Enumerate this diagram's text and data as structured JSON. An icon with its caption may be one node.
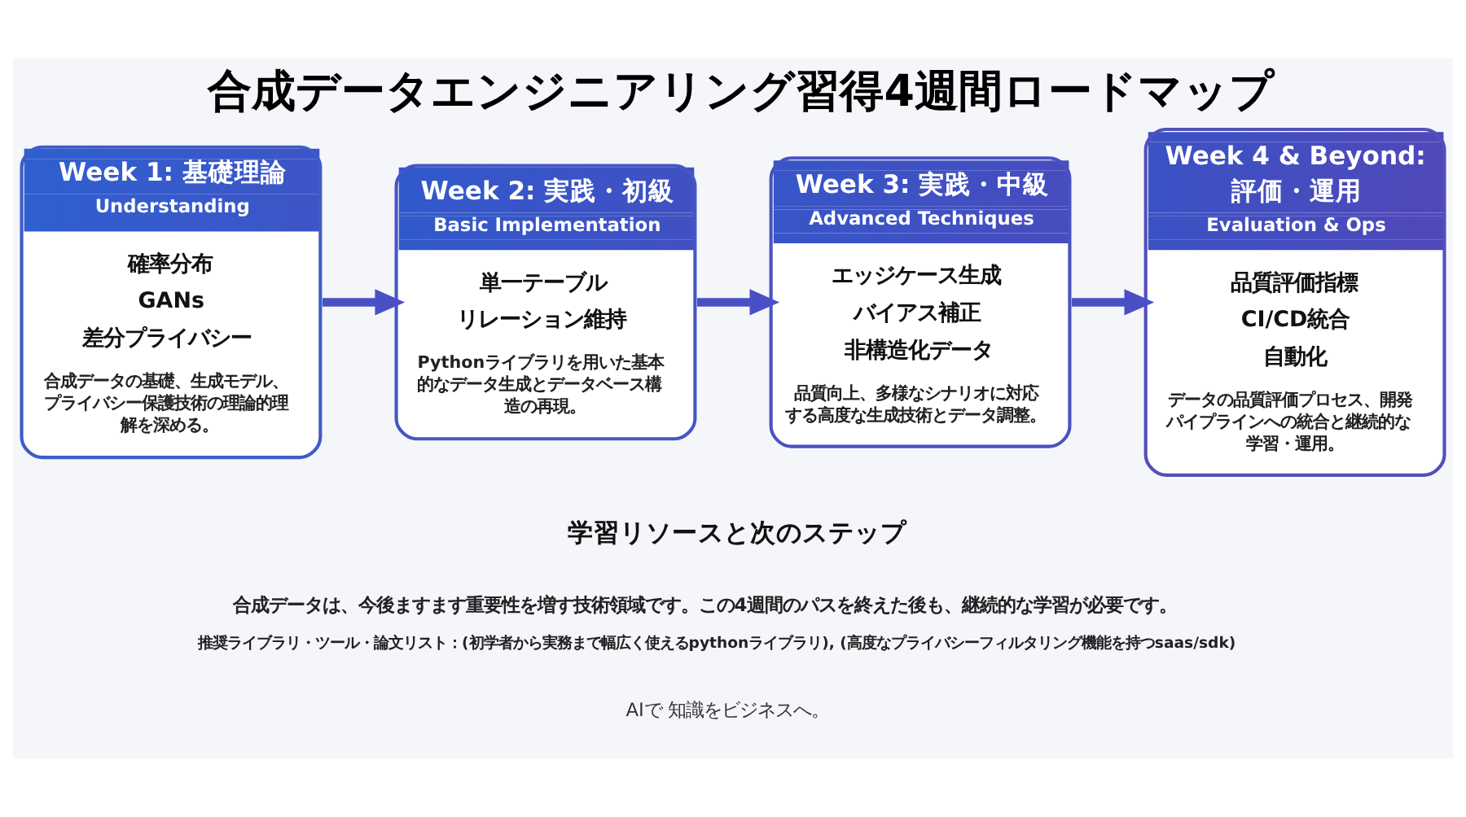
{
  "diagram": {
    "title": "合成データエンジニアリング習得4週間ロードマップ",
    "nodes": [
      {
        "text": [
          "Week 1: 基礎理論",
          "Understanding",
          "確率分布",
          "GANs",
          "差分プライバシー",
          "合成データの基礎、生成モデル、プライバシー保護技術の理論的理解を深める。"
        ]
      },
      {
        "text": [
          "Week 2: 実践・初級",
          "Basic Implementation",
          "単一テーブル",
          "リレーション維持",
          "Pythonライブラリを用いた基本的なデータ生成とデータベース構造の再現。"
        ]
      },
      {
        "text": [
          "Week 3: 実践・中級",
          "Advanced Techniques",
          "エッジケース生成",
          "バイアス補正",
          "非構造化データ",
          "品質向上、多様なシナリオに対応する高度な生成技術とデータ調整。"
        ]
      },
      {
        "text": [
          "Week 4 & Beyond: 評価・運用",
          "Evaluation & Ops",
          "品質評価指標",
          "CI/CD統合",
          "自動化",
          "データの品質評価プロセス、開発パイプラインへの統合と継続的な学習・運用。"
        ]
      }
    ],
    "edges": [
      {
        "from": 0,
        "to": 1,
        "arrow": "to"
      },
      {
        "from": 1,
        "to": 2,
        "arrow": "to"
      },
      {
        "from": 2,
        "to": 3,
        "arrow": "to"
      }
    ],
    "labels": [
      "学習リソースと次のステップ",
      "合成データは、今後ますます重要性を増す技術領域です。この4週間のパスを終えた後も、継続的な学習が必要です。",
      "推奨ライブラリ・ツール・論文リスト：(初学者から実務まで幅広く使えるpythonライブラリ), (高度なプライバシーフィルタリング機能を持つsaas/sdk)",
      "AIで 知識をビジネスへ。"
    ]
  }
}
